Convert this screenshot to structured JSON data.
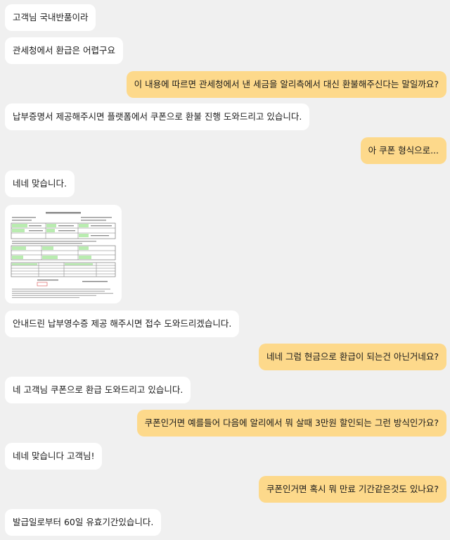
{
  "messages": [
    {
      "side": "in",
      "text": "고객님 국내반품이라"
    },
    {
      "side": "in",
      "text": "관세청에서 환급은 어렵구요"
    },
    {
      "side": "out",
      "text": "이 내용에 따르면 관세청에서 낸 세금을 알리측에서 대신 환불해주신다는 말일까요?"
    },
    {
      "side": "in",
      "text": "납부증명서 제공해주시면 플랫폼에서 쿠폰으로 환불 진행 도와드리고 있습니다."
    },
    {
      "side": "out",
      "text": "아 쿠폰 형식으로..."
    },
    {
      "side": "in",
      "text": "네네 맞습니다."
    },
    {
      "side": "in",
      "type": "image",
      "icon": "receipt-document-image"
    },
    {
      "side": "in",
      "text": "안내드린 납부영수증 제공 해주시면 접수 도와드리겠습니다."
    },
    {
      "side": "out",
      "text": "네네 그럼 현금으로 환급이 되는건 아닌거네요?"
    },
    {
      "side": "in",
      "text": "네 고객님 쿠폰으로 환급 도와드리고 있습니다."
    },
    {
      "side": "out",
      "text": "쿠폰인거면 예를들어 다음에 알리에서 뭐 살때 3만원 할인되는 그런 방식인가요?"
    },
    {
      "side": "in",
      "text": "네네 맞습니다 고객님!"
    },
    {
      "side": "out",
      "text": "쿠폰인거면 혹시 뭐 만료 기간같은것도 있나요?"
    },
    {
      "side": "in",
      "text": "발급일로부터 60일 유효기간있습니다."
    }
  ],
  "colors": {
    "background": "#f0f0f0",
    "incoming_bubble": "#ffffff",
    "outgoing_bubble": "#fdd98b",
    "document_highlight": "#b9ecb0"
  }
}
